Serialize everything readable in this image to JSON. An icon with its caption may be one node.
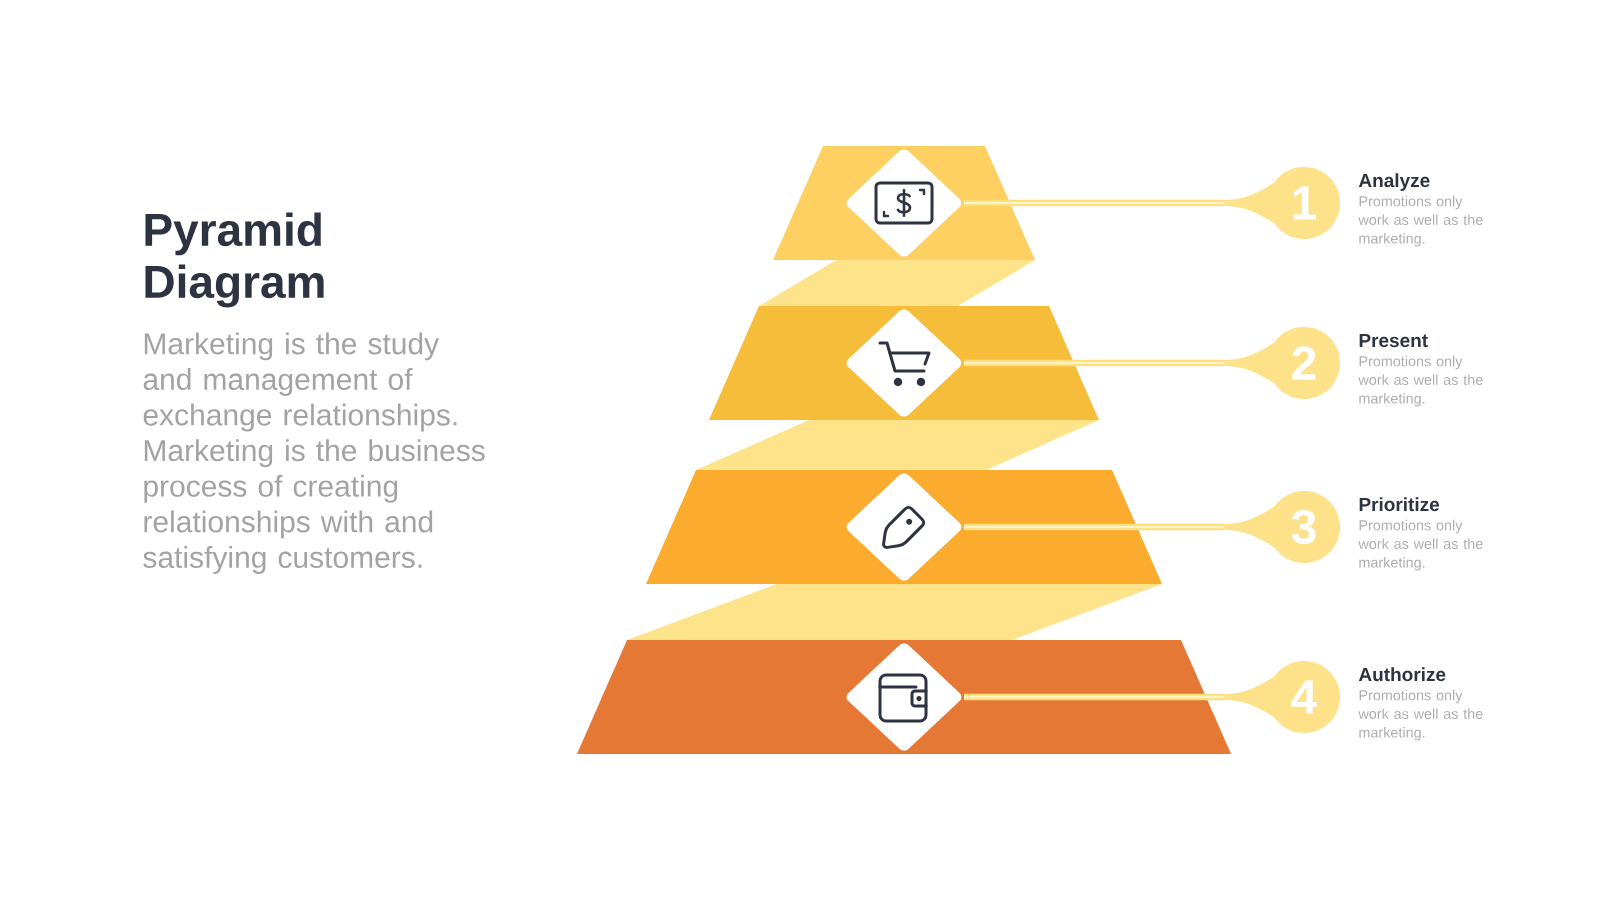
{
  "diagram": {
    "title": "Pyramid Diagram",
    "nodes": [
      {
        "text": [],
        "shape": "trapezoid"
      },
      {
        "text": [],
        "shape": "diamond",
        "in": 0
      },
      {
        "text": [
          "1"
        ],
        "beside": [
          "Analyze",
          "Promotions only work as well as the marketing."
        ]
      },
      {
        "text": [],
        "shape": "band"
      },
      {
        "text": [],
        "shape": "trapezoid"
      },
      {
        "text": [],
        "shape": "diamond",
        "in": 4
      },
      {
        "text": [
          "2"
        ],
        "beside": [
          "Present",
          "Promotions only work as well as the marketing."
        ]
      },
      {
        "text": [],
        "shape": "band"
      },
      {
        "text": [],
        "shape": "trapezoid"
      },
      {
        "text": [],
        "shape": "diamond",
        "in": 8
      },
      {
        "text": [
          "3"
        ],
        "beside": [
          "Prioritize",
          "Promotions only work as well as the marketing."
        ]
      },
      {
        "text": [],
        "shape": "band"
      },
      {
        "text": [],
        "shape": "trapezoid"
      },
      {
        "text": [],
        "shape": "diamond",
        "in": 12
      },
      {
        "text": [
          "4"
        ],
        "beside": [
          "Authorize",
          "Promotions only work as well as the marketing."
        ]
      }
    ],
    "edges": [
      {
        "from": 1,
        "to": 2,
        "arrow": "none"
      },
      {
        "from": 5,
        "to": 6,
        "arrow": "none"
      },
      {
        "from": 9,
        "to": 10,
        "arrow": "none"
      },
      {
        "from": 13,
        "to": 14,
        "arrow": "none"
      }
    ],
    "labels": [
      "Marketing is the study and management of exchange relationships. Marketing is the business process of creating relationships with and satisfying customers."
    ]
  }
}
